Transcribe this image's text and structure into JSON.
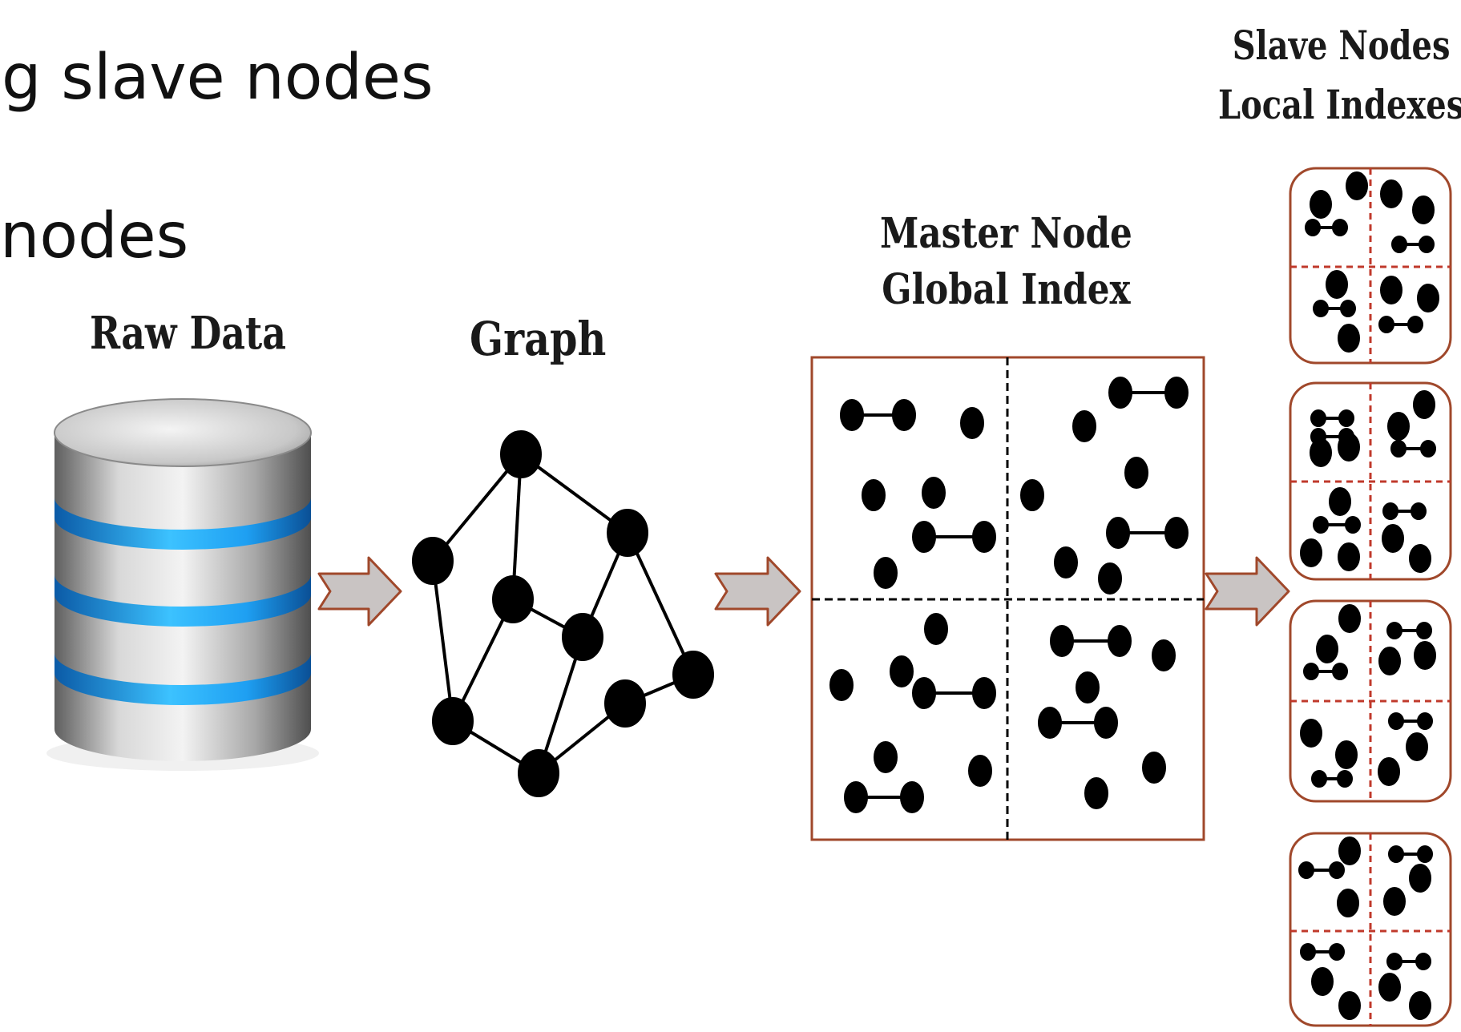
{
  "slide": {
    "line1": "g slave nodes",
    "line2": "nodes"
  },
  "labels": {
    "raw_data": "Raw Data",
    "graph": "Graph",
    "master_line1": "Master Node",
    "master_line2": "Global Index",
    "slave_line1": "Slave Nodes",
    "slave_line2": "Local Indexes"
  },
  "colors": {
    "frame": "#a0482b",
    "arrow_fill": "#c9c4c3",
    "arrow_stroke": "#a0482b",
    "dot": "#000000",
    "db_blue": "#1e9ff2",
    "db_silver": "#9c9c9c"
  },
  "icons": [
    "database-icon",
    "graph-icon",
    "arrow-right-icon"
  ]
}
